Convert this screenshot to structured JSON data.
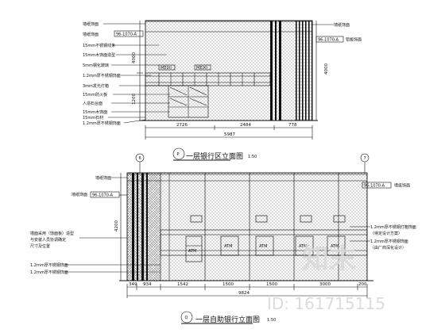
{
  "elevation_p": {
    "marker": "P",
    "title": "一层银行区立面图",
    "scale": "1:50",
    "left_notes": [
      "墙纸饰面",
      "15mm不锈钢线条",
      "15mm木饰面造型",
      "5mm钢化玻璃",
      "1.2mm厚不锈钢饰面",
      "3mm发光灯箱",
      "15mm防火板",
      "人造石台面",
      "15mm木饰面",
      "15mm石材",
      "1.2mm厚不锈钢饰面"
    ],
    "tag_left": "96-1070-A",
    "tag_right": "96-1070-A",
    "right_notes": [
      "墙纸饰面",
      "铝板饰面"
    ],
    "left_dims": [
      "4000",
      "1200"
    ],
    "right_dim": "4000",
    "bottom_dims": [
      "2726",
      "2484",
      "778"
    ],
    "total_dim": "5987",
    "mid_labels": [
      "MEIXI",
      "MEIXI"
    ]
  },
  "elevation_q": {
    "marker": "Q",
    "title": "一层自助银行立面图",
    "scale": "1:50",
    "axis_left": "6",
    "axis_right": "7",
    "left_notes": [
      "墙纸饰面",
      "墙纸饰面"
    ],
    "tag_left": "96-1070-A",
    "tag_right": "96-1070-A",
    "side_note_lines": [
      "墙面采用（饰面板）造型",
      "与安装人员协调确定",
      "尺寸及位置"
    ],
    "bottom_left_notes": [
      "1.2mm厚不锈钢饰面",
      "1.2mm厚不锈钢饰面"
    ],
    "right_notes": [
      "墙纸饰面",
      "1.2mm厚不锈钢灯箱饰面",
      "（待定设计方案）",
      "1.2mm厚不锈钢饰面",
      "（由厂商深化设计）"
    ],
    "atm_labels": [
      "ATM",
      "ATM",
      "ATM",
      "ATM",
      "ATM"
    ],
    "left_dim": "4200",
    "bottom_dims": [
      "349",
      "934",
      "1542",
      "1500",
      "1500",
      "3000",
      "200"
    ],
    "total_dim": "9824"
  },
  "watermark": {
    "logo": "知末",
    "id_text": "ID: 161715115"
  }
}
